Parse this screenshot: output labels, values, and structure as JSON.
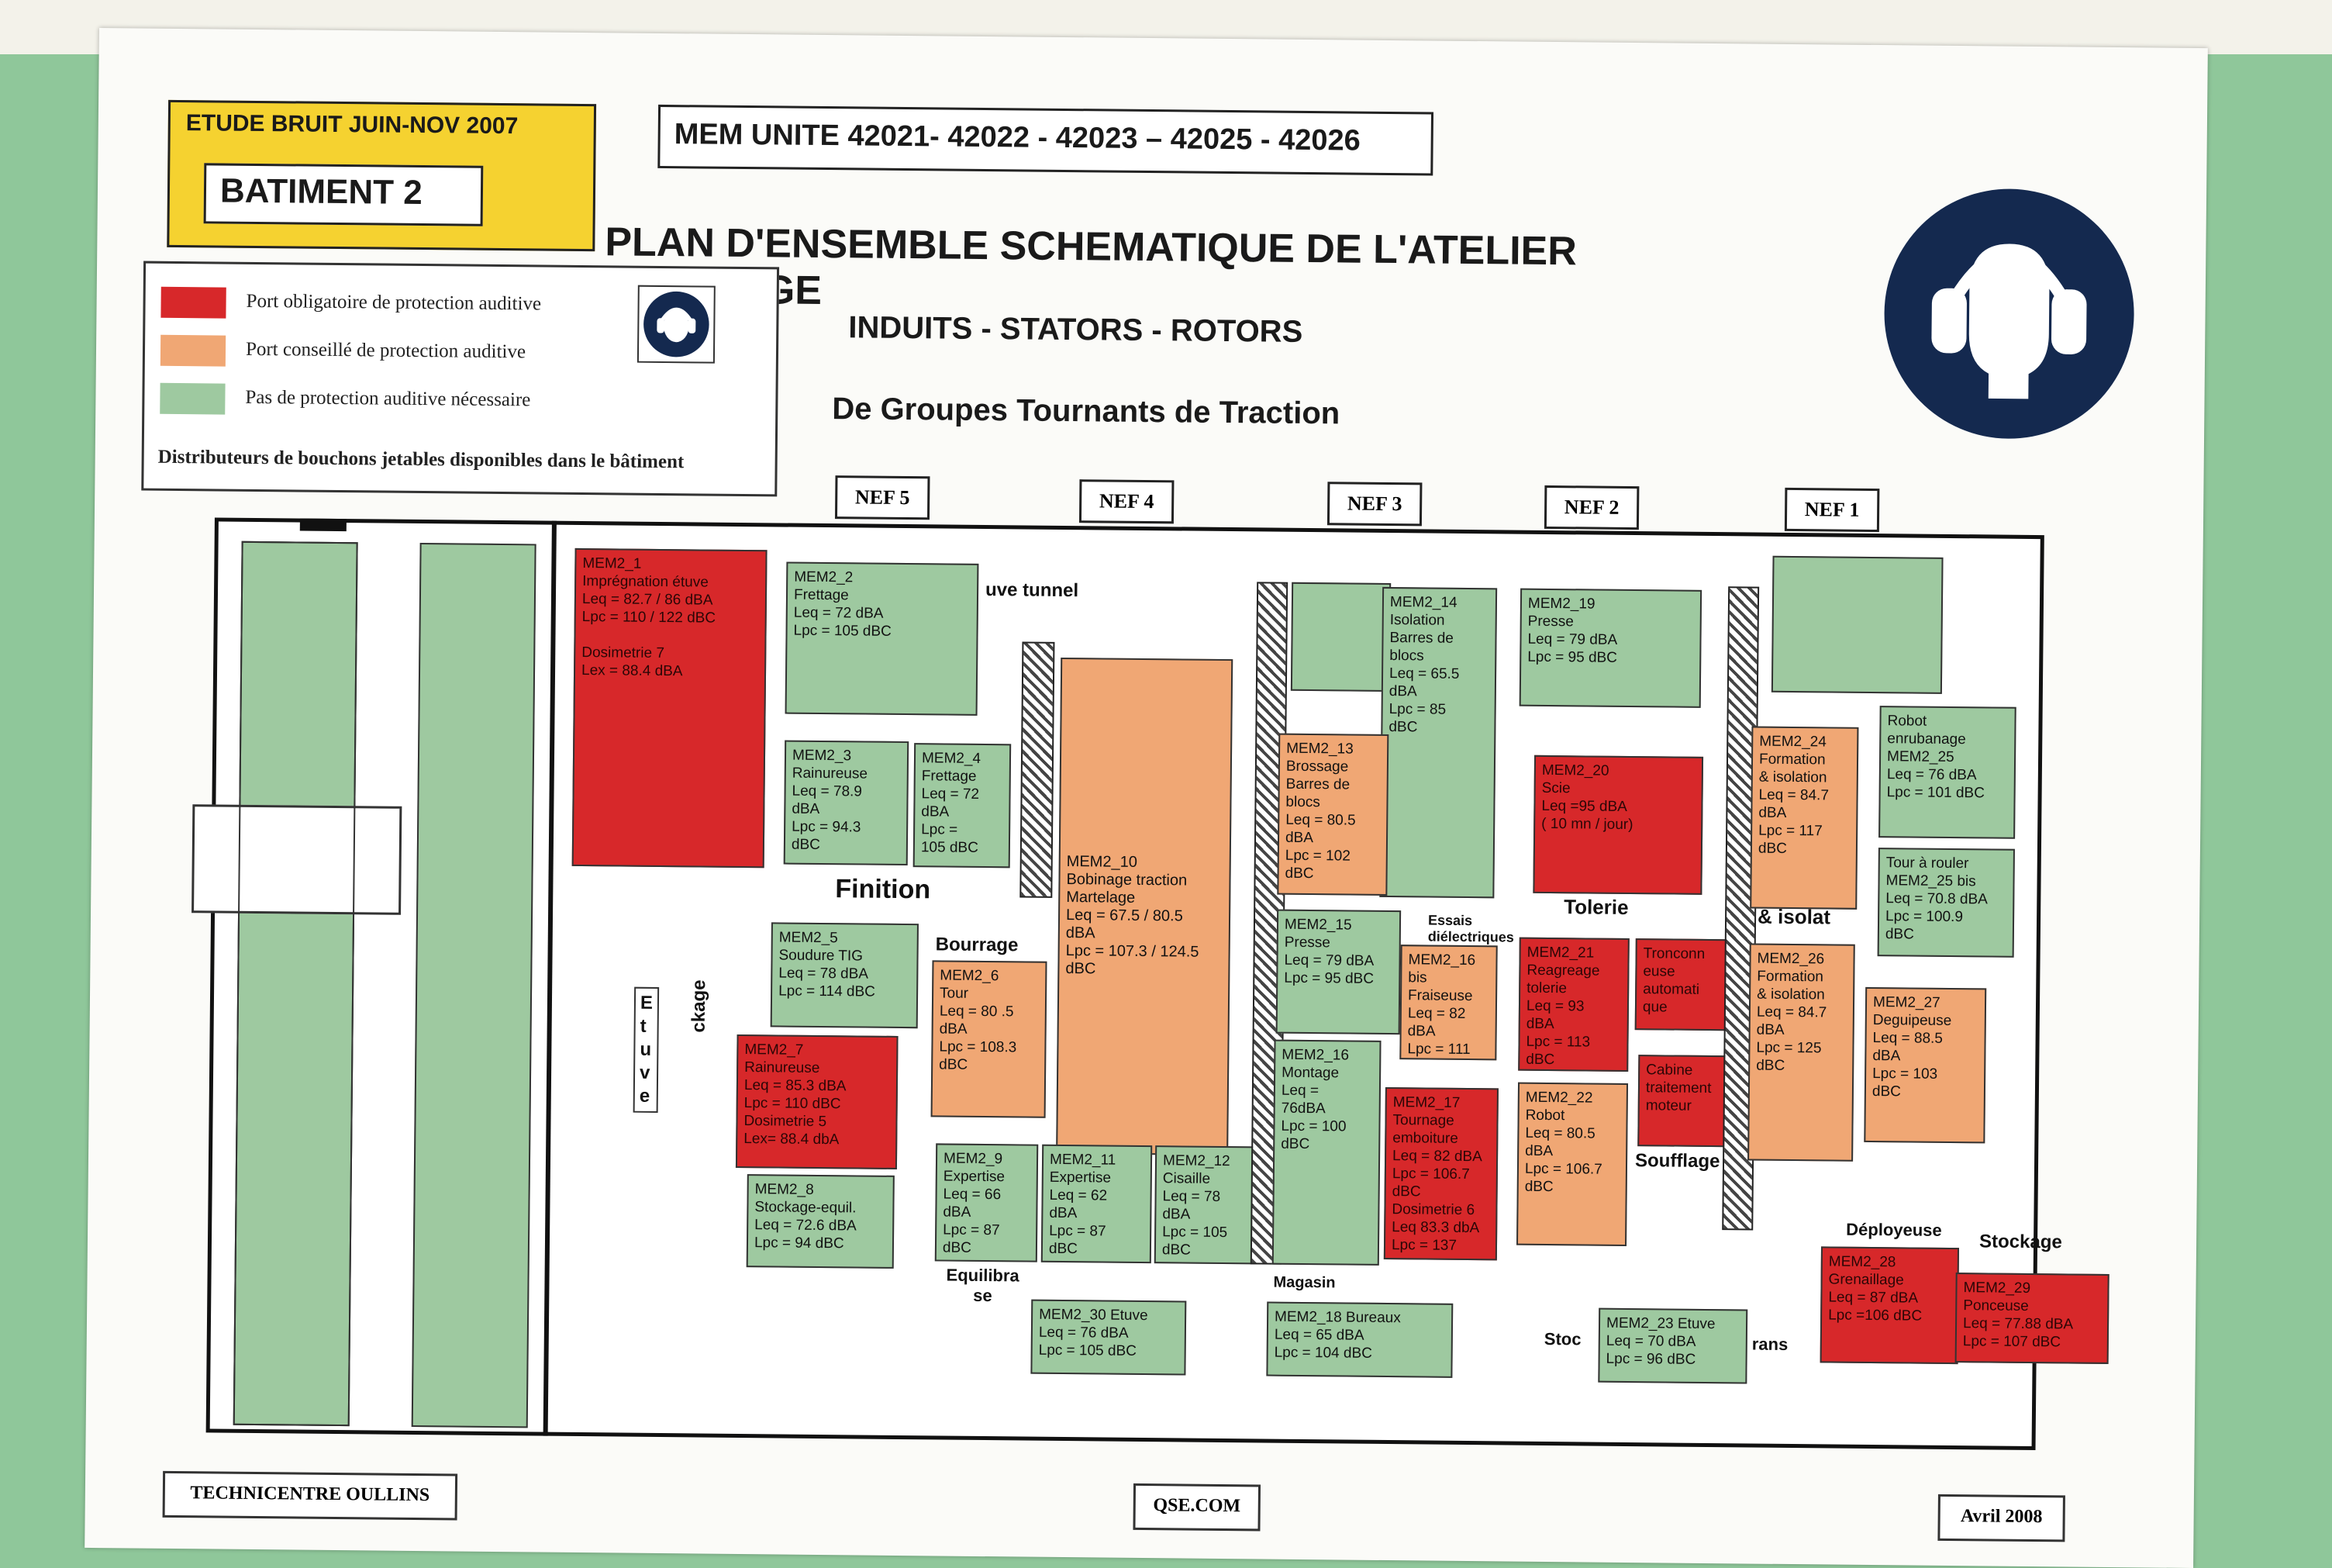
{
  "header": {
    "study": "ETUDE BRUIT JUIN-NOV 2007",
    "building": "BATIMENT 2",
    "unit": "MEM UNITE 42021- 42022 - 42023 – 42025 - 42026",
    "title": "PLAN D'ENSEMBLE SCHEMATIQUE DE L'ATELIER BOBINAGE",
    "subtitle1": "INDUITS - STATORS - ROTORS",
    "subtitle2": "De Groupes Tournants de Traction"
  },
  "legend": {
    "items": [
      {
        "color": "#d7282a",
        "label": "Port obligatoire de protection auditive"
      },
      {
        "color": "#f0a774",
        "label": "Port conseillé de protection auditive"
      },
      {
        "color": "#9ec9a0",
        "label": "Pas de protection auditive  nécessaire"
      }
    ],
    "note": "Distributeurs de bouchons jetables disponibles dans le bâtiment"
  },
  "icons": {
    "legend_icon": "ear-protection-icon",
    "main_icon": "ear-protection-icon"
  },
  "naves": [
    "NEF 5",
    "NEF 4",
    "NEF 3",
    "NEF 2",
    "NEF 1"
  ],
  "rooms": {
    "mem2_1": "MEM2_1\nImprégnation étuve\nLeq = 82.7 / 86 dBA\nLpc = 110 / 122 dBC\n\nDosimetrie 7\nLex = 88.4 dBA",
    "mem2_2": "MEM2_2\nFrettage\nLeq = 72 dBA\nLpc = 105 dBC",
    "mem2_3": "MEM2_3\nRainureuse\nLeq = 78.9\ndBA\nLpc = 94.3\ndBC",
    "mem2_4": "MEM2_4\nFrettage\nLeq = 72\ndBA\nLpc =\n105 dBC",
    "mem2_5": "MEM2_5\nSoudure TIG\nLeq = 78 dBA\nLpc = 114 dBC",
    "mem2_6": "MEM2_6\nTour\nLeq = 80 .5\ndBA\nLpc = 108.3\ndBC",
    "mem2_7": "MEM2_7\nRainureuse\nLeq = 85.3 dBA\nLpc = 110 dBC\nDosimetrie 5\nLex= 88.4 dbA",
    "mem2_8": "MEM2_8\nStockage-equil.\nLeq = 72.6 dBA\nLpc = 94 dBC",
    "mem2_9": "MEM2_9\nExpertise\nLeq = 66\ndBA\nLpc = 87\ndBC",
    "mem2_10": "MEM2_10\nBobinage traction\nMartelage\nLeq = 67.5 / 80.5\ndBA\nLpc = 107.3 / 124.5\ndBC",
    "mem2_11": "MEM2_11\nExpertise\nLeq = 62\ndBA\nLpc = 87\ndBC",
    "mem2_12": "MEM2_12\nCisaille\nLeq = 78\ndBA\nLpc = 105\ndBC",
    "mem2_13": "MEM2_13\nBrossage\nBarres de\nblocs\nLeq = 80.5\ndBA\nLpc = 102\ndBC",
    "mem2_14": "MEM2_14\nIsolation\nBarres de\nblocs\nLeq = 65.5\ndBA\nLpc = 85\ndBC",
    "mem2_15": "MEM2_15\nPresse\nLeq = 79 dBA\nLpc = 95 dBC",
    "mem2_16": "MEM2_16\nMontage\nLeq =\n76dBA\nLpc = 100\ndBC",
    "mem2_16bis": "MEM2_16\nbis\nFraiseuse\nLeq = 82\ndBA\nLpc = 111",
    "mem2_17": "MEM2_17\nTournage\nemboiture\nLeq = 82 dBA\nLpc = 106.7\ndBC\nDosimetrie 6\nLeq 83.3 dbA\nLpc = 137",
    "mem2_18": "MEM2_18  Bureaux\nLeq = 65 dBA\nLpc = 104  dBC",
    "mem2_19": "MEM2_19\nPresse\nLeq = 79  dBA\nLpc = 95  dBC",
    "mem2_20": "MEM2_20\nScie\nLeq =95 dBA\n( 10 mn / jour)",
    "mem2_21": "MEM2_21\nReagreage\ntolerie\nLeq = 93\ndBA\nLpc = 113\ndBC",
    "mem2_22": "MEM2_22\nRobot\nLeq = 80.5\ndBA\nLpc = 106.7\ndBC",
    "mem2_23": "MEM2_23 Etuve\nLeq = 70 dBA\nLpc = 96  dBC",
    "mem2_24": "MEM2_24\nFormation\n& isolation\nLeq = 84.7\ndBA\nLpc = 117\ndBC",
    "mem2_25": "Robot\nenrubanage\nMEM2_25\nLeq = 76 dBA\nLpc = 101 dBC",
    "mem2_25bis": "Tour à rouler\nMEM2_25 bis\nLeq = 70.8 dBA\nLpc = 100.9\ndBC",
    "mem2_26": "MEM2_26\nFormation\n& isolation\nLeq = 84.7\ndBA\nLpc = 125\ndBC",
    "mem2_27": "MEM2_27\nDeguipeuse\nLeq = 88.5\ndBA\nLpc = 103\ndBC",
    "mem2_28": "MEM2_28\nGrenaillage\nLeq = 87 dBA\nLpc =106 dBC",
    "mem2_29": "MEM2_29\nPonceuse\nLeq = 77.88 dBA\nLpc = 107  dBC",
    "mem2_30": "MEM2_30 Etuve\nLeq = 76 dBA\nLpc = 105  dBC",
    "tronconneuse": "Tronconn\neuse\nautomati\nque",
    "cabine": "Cabine\ntraitement\nmoteur"
  },
  "labels": {
    "finition": "Finition",
    "bourrage": "Bourrage",
    "tunnel": "uve tunnel",
    "etuve": "E\nt\nu\nv\ne",
    "stockage_side": "ckage",
    "essais": "Essais\ndiélectriques",
    "tolerie": "Tolerie",
    "isolation": "& isolat",
    "soufflage": "Soufflage",
    "deployeuse": "Déployeuse",
    "stockage": "Stockage",
    "magasin": "Magasin",
    "equilibrage": "Equilibra\nse",
    "stoc": "Stoc",
    "trans": "rans"
  },
  "footer": {
    "left": "TECHNICENTRE OULLINS",
    "center": "QSE.COM",
    "right": "Avril 2008"
  }
}
